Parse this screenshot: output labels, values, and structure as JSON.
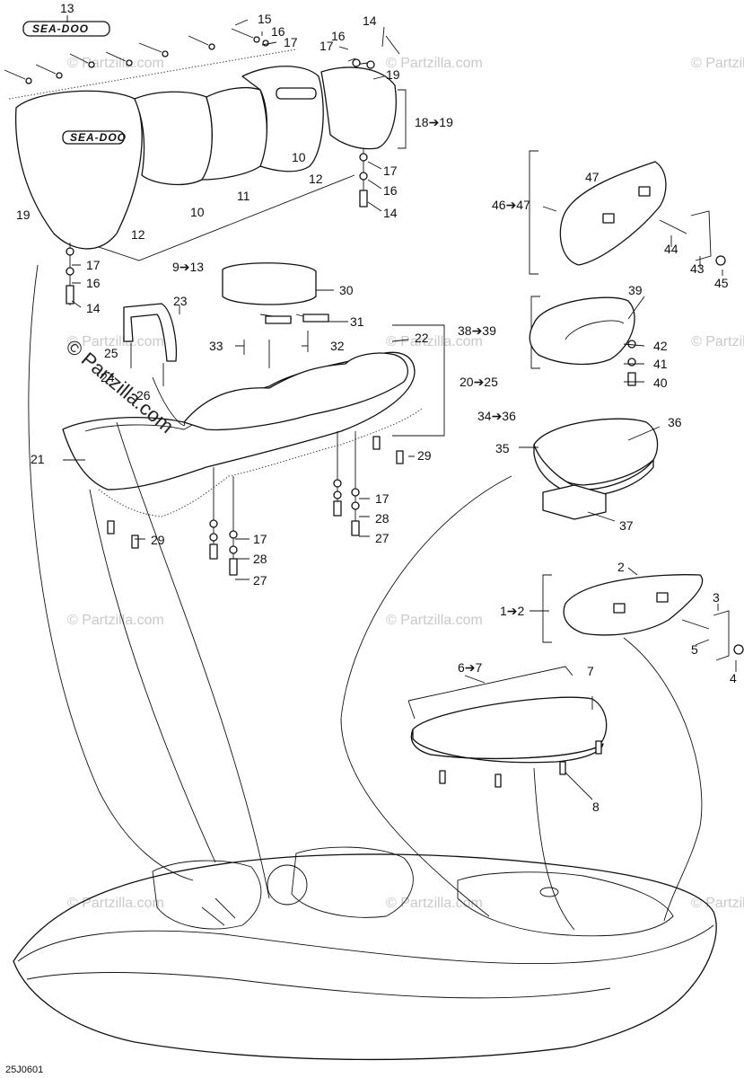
{
  "diagram": {
    "drawing_code": "25J0601",
    "brand_label": "SEA-DOO",
    "watermark_main": "© Partzilla.com",
    "watermark_faint": "© Partzilla.com",
    "callouts": [
      {
        "id": "c13",
        "text": "13"
      },
      {
        "id": "c15",
        "text": "15"
      },
      {
        "id": "c14a",
        "text": "14"
      },
      {
        "id": "c16a",
        "text": "16"
      },
      {
        "id": "c17a",
        "text": "17"
      },
      {
        "id": "c17b",
        "text": "17"
      },
      {
        "id": "c16b",
        "text": "16"
      },
      {
        "id": "c19a",
        "text": "19"
      },
      {
        "id": "c1819",
        "text": "18➔19"
      },
      {
        "id": "c10a",
        "text": "10"
      },
      {
        "id": "c12a",
        "text": "12"
      },
      {
        "id": "c17c",
        "text": "17"
      },
      {
        "id": "c16c",
        "text": "16"
      },
      {
        "id": "c14b",
        "text": "14"
      },
      {
        "id": "c19b",
        "text": "19"
      },
      {
        "id": "c12b",
        "text": "12"
      },
      {
        "id": "c10b",
        "text": "10"
      },
      {
        "id": "c11",
        "text": "11"
      },
      {
        "id": "c913",
        "text": "9➔13"
      },
      {
        "id": "c17d",
        "text": "17"
      },
      {
        "id": "c16d",
        "text": "16"
      },
      {
        "id": "c14c",
        "text": "14"
      },
      {
        "id": "c4647",
        "text": "46➔47"
      },
      {
        "id": "c47",
        "text": "47"
      },
      {
        "id": "c44",
        "text": "44"
      },
      {
        "id": "c43",
        "text": "43"
      },
      {
        "id": "c45",
        "text": "45"
      },
      {
        "id": "c30",
        "text": "30"
      },
      {
        "id": "c31",
        "text": "31"
      },
      {
        "id": "c23",
        "text": "23"
      },
      {
        "id": "c33",
        "text": "33"
      },
      {
        "id": "c32",
        "text": "32"
      },
      {
        "id": "c22",
        "text": "22"
      },
      {
        "id": "c2025",
        "text": "20➔25"
      },
      {
        "id": "c25",
        "text": "25"
      },
      {
        "id": "c24",
        "text": "24"
      },
      {
        "id": "c26",
        "text": "26"
      },
      {
        "id": "c3839",
        "text": "38➔39"
      },
      {
        "id": "c39",
        "text": "39"
      },
      {
        "id": "c42",
        "text": "42"
      },
      {
        "id": "c41",
        "text": "41"
      },
      {
        "id": "c40",
        "text": "40"
      },
      {
        "id": "c3436",
        "text": "34➔36"
      },
      {
        "id": "c36",
        "text": "36"
      },
      {
        "id": "c35",
        "text": "35"
      },
      {
        "id": "c37",
        "text": "37"
      },
      {
        "id": "c21",
        "text": "21"
      },
      {
        "id": "c29a",
        "text": "29"
      },
      {
        "id": "c17e",
        "text": "17"
      },
      {
        "id": "c28a",
        "text": "28"
      },
      {
        "id": "c27a",
        "text": "27"
      },
      {
        "id": "c29b",
        "text": "29"
      },
      {
        "id": "c17f",
        "text": "17"
      },
      {
        "id": "c28b",
        "text": "28"
      },
      {
        "id": "c27b",
        "text": "27"
      },
      {
        "id": "c2",
        "text": "2"
      },
      {
        "id": "c3",
        "text": "3"
      },
      {
        "id": "c12",
        "text": "1➔2"
      },
      {
        "id": "c5",
        "text": "5"
      },
      {
        "id": "c4",
        "text": "4"
      },
      {
        "id": "c67",
        "text": "6➔7"
      },
      {
        "id": "c7",
        "text": "7"
      },
      {
        "id": "c8",
        "text": "8"
      }
    ]
  }
}
